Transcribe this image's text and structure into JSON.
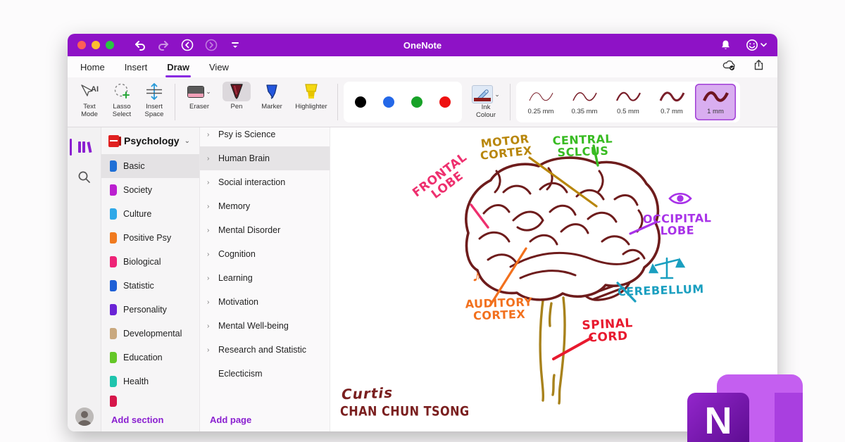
{
  "window": {
    "title": "OneNote"
  },
  "menu": {
    "tabs": [
      {
        "label": "Home"
      },
      {
        "label": "Insert"
      },
      {
        "label": "Draw"
      },
      {
        "label": "View"
      }
    ],
    "active_tab": "Draw"
  },
  "ribbon": {
    "tools": [
      {
        "label": "Text\nMode"
      },
      {
        "label": "Lasso\nSelect"
      },
      {
        "label": "Insert\nSpace"
      }
    ],
    "pens": [
      {
        "label": "Eraser"
      },
      {
        "label": "Pen",
        "selected": true
      },
      {
        "label": "Marker"
      },
      {
        "label": "Highlighter"
      }
    ],
    "ink_colour_label": "Ink\nColour",
    "palette": [
      "#000000",
      "#2468e8",
      "#18a228",
      "#ee1111"
    ],
    "thickness": [
      {
        "label": "0.25 mm"
      },
      {
        "label": "0.35 mm"
      },
      {
        "label": "0.5 mm"
      },
      {
        "label": "0.7 mm"
      },
      {
        "label": "1 mm",
        "selected": true
      }
    ]
  },
  "sidebar": {
    "notebook": "Psychology",
    "sections": [
      {
        "label": "Basic",
        "color": "#1e6fd6",
        "selected": true
      },
      {
        "label": "Society",
        "color": "#bb1fd0"
      },
      {
        "label": "Culture",
        "color": "#2fa8e8"
      },
      {
        "label": "Positive Psy",
        "color": "#f07a1f"
      },
      {
        "label": "Biological",
        "color": "#ee2377"
      },
      {
        "label": "Statistic",
        "color": "#1e5fd6"
      },
      {
        "label": "Personality",
        "color": "#6a23d6"
      },
      {
        "label": "Developmental",
        "color": "#c9a87e"
      },
      {
        "label": "Education",
        "color": "#64c727"
      },
      {
        "label": "Health",
        "color": "#1fc4ad"
      }
    ],
    "partial_section_color": "#d6164a",
    "add_section": "Add section"
  },
  "pages": {
    "items": [
      {
        "label": "Psy is Science"
      },
      {
        "label": "Human Brain",
        "selected": true
      },
      {
        "label": "Social interaction"
      },
      {
        "label": "Memory"
      },
      {
        "label": "Mental Disorder"
      },
      {
        "label": "Cognition"
      },
      {
        "label": "Learning"
      },
      {
        "label": "Motivation"
      },
      {
        "label": "Mental Well-being"
      },
      {
        "label": "Research and Statistic"
      },
      {
        "label": "Eclecticism",
        "no_chevron": true
      }
    ],
    "add_page": "Add page"
  },
  "canvas": {
    "labels": {
      "motor": {
        "text": "MOTOR\nCORTEX",
        "color": "#b8860b"
      },
      "central": {
        "text": "CENTRAL\nSCLCUS",
        "color": "#38bb22"
      },
      "frontal": {
        "text": "FRONTAL\nLOBE",
        "color": "#ee2f6e"
      },
      "occipital": {
        "text": "OCCIPITAL\nLOBE",
        "color": "#a832e8"
      },
      "cerebellum": {
        "text": "CEREBELLUM",
        "color": "#1a9fc0"
      },
      "auditory": {
        "text": "AUDITORY\nCORTEX",
        "color": "#f2701d"
      },
      "spinal": {
        "text": "SPINAL\nCORD",
        "color": "#e8192e"
      }
    },
    "music_note": "♪",
    "signature_line1": "Curtis",
    "signature_line2": "CHAN CHUN TSONG",
    "ink_color": "#6e1c1c",
    "stem_color": "#a8821c"
  },
  "logo": {
    "letter": "N"
  },
  "accent": {
    "titlebar": "#8e12c6",
    "selection": "#d9aef0",
    "link": "#8a1fd0"
  }
}
